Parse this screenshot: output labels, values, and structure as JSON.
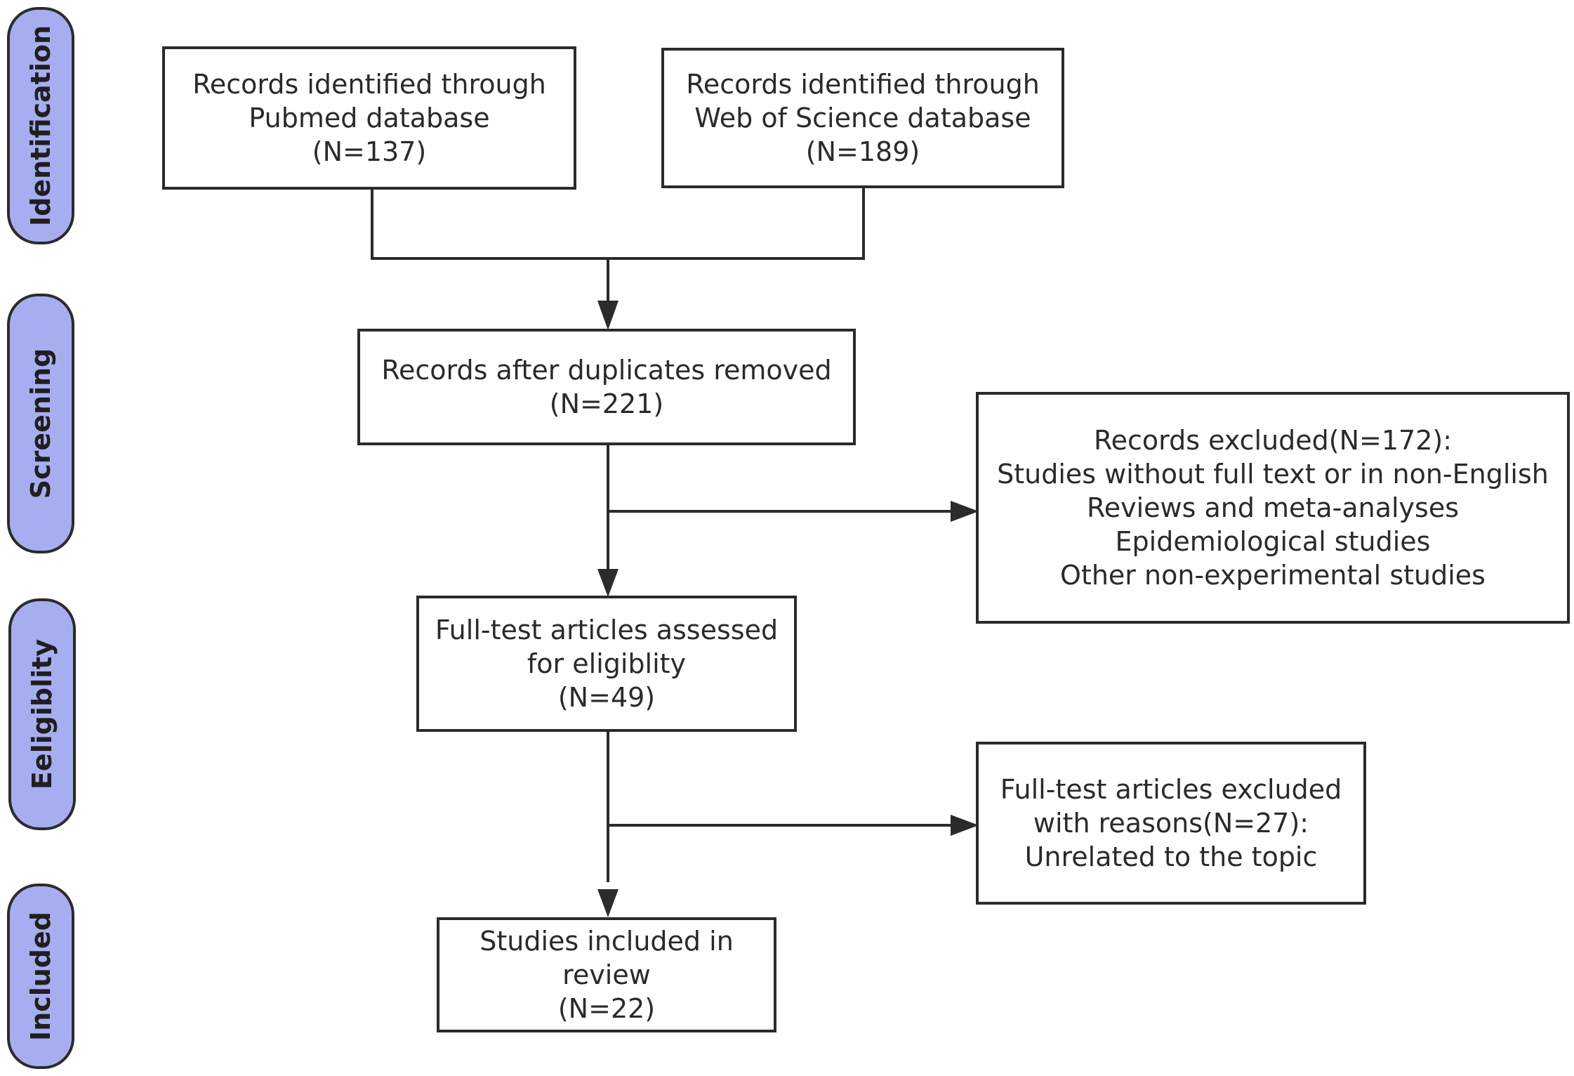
{
  "theme": {
    "phase_fill": "#a7aef0",
    "line_color": "#2b2b2b"
  },
  "phases": [
    {
      "id": "identification",
      "label": "Identification"
    },
    {
      "id": "screening",
      "label": "Screening"
    },
    {
      "id": "eligibility",
      "label": "Eeligiblity"
    },
    {
      "id": "included",
      "label": "Included"
    }
  ],
  "boxes": {
    "pubmed": {
      "lines": [
        "Records identified through",
        "Pubmed database",
        "(N=137)"
      ]
    },
    "wos": {
      "lines": [
        "Records identified through",
        "Web of Science database",
        "(N=189)"
      ]
    },
    "dedup": {
      "lines": [
        "Records after duplicates removed",
        "(N=221)"
      ]
    },
    "excluded_records": {
      "lines": [
        "Records excluded(N=172):",
        "Studies without full text or in non-English",
        "Reviews and meta-analyses",
        "Epidemiological studies",
        "Other non-experimental studies"
      ]
    },
    "fulltext": {
      "lines": [
        "Full-test articles assessed",
        "for eligiblity",
        "(N=49)"
      ]
    },
    "excluded_fulltext": {
      "lines": [
        "Full-test articles excluded",
        "with reasons(N=27):",
        "Unrelated to the topic"
      ]
    },
    "included": {
      "lines": [
        "Studies included in",
        "review",
        "(N=22)"
      ]
    }
  }
}
